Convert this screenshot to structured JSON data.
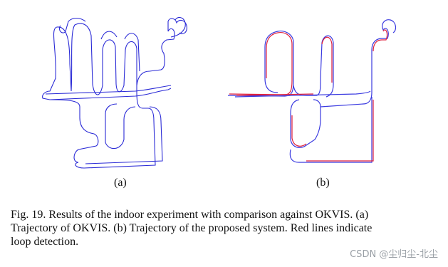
{
  "figure": {
    "panel_a_label": "(a)",
    "panel_b_label": "(b)",
    "caption_line_1": "Fig. 19.     Results of the indoor experiment with comparison against OKVIS. (a)",
    "caption_line_2": "Trajectory of OKVIS. (b) Trajectory of the proposed system. Red lines indicate",
    "caption_line_3": "loop detection.",
    "colors": {
      "trajectory": "#2a2ad6",
      "loop": "#e0203c"
    }
  },
  "watermark": "CSDN @尘归尘-北尘"
}
